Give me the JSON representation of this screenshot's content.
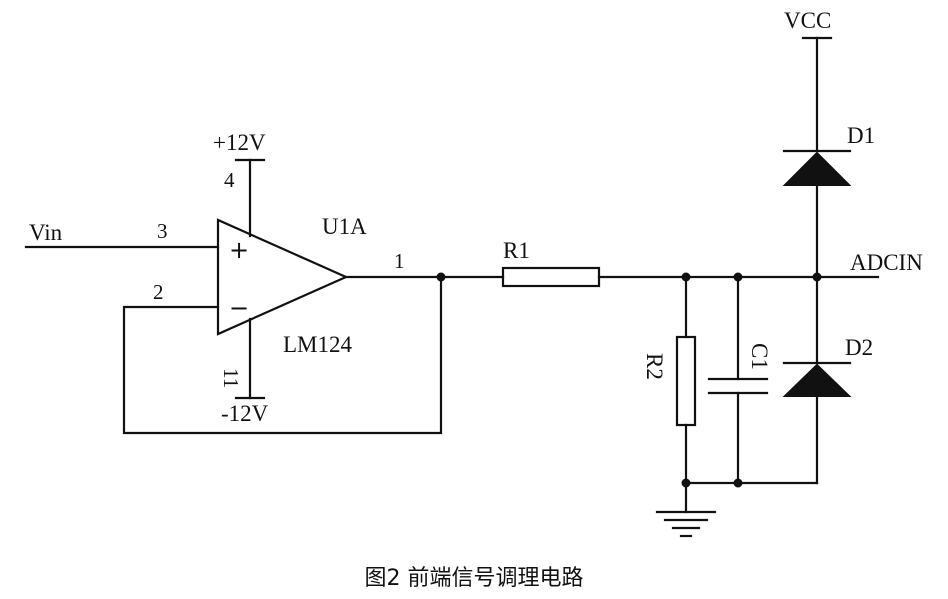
{
  "caption": "图2 前端信号调理电路",
  "labels": {
    "vin": "Vin",
    "pos_supply": "+12V",
    "neg_supply": "-12V",
    "opamp_ref": "U1A",
    "opamp_part": "LM124",
    "r1": "R1",
    "r2": "R2",
    "c1": "C1",
    "d1": "D1",
    "d2": "D2",
    "vcc": "VCC",
    "adcin": "ADCIN"
  },
  "pins": {
    "in_plus": "3",
    "in_minus": "2",
    "out": "1",
    "vpos": "4",
    "vneg": "11"
  },
  "signs": {
    "plus": "+",
    "minus": "−"
  }
}
